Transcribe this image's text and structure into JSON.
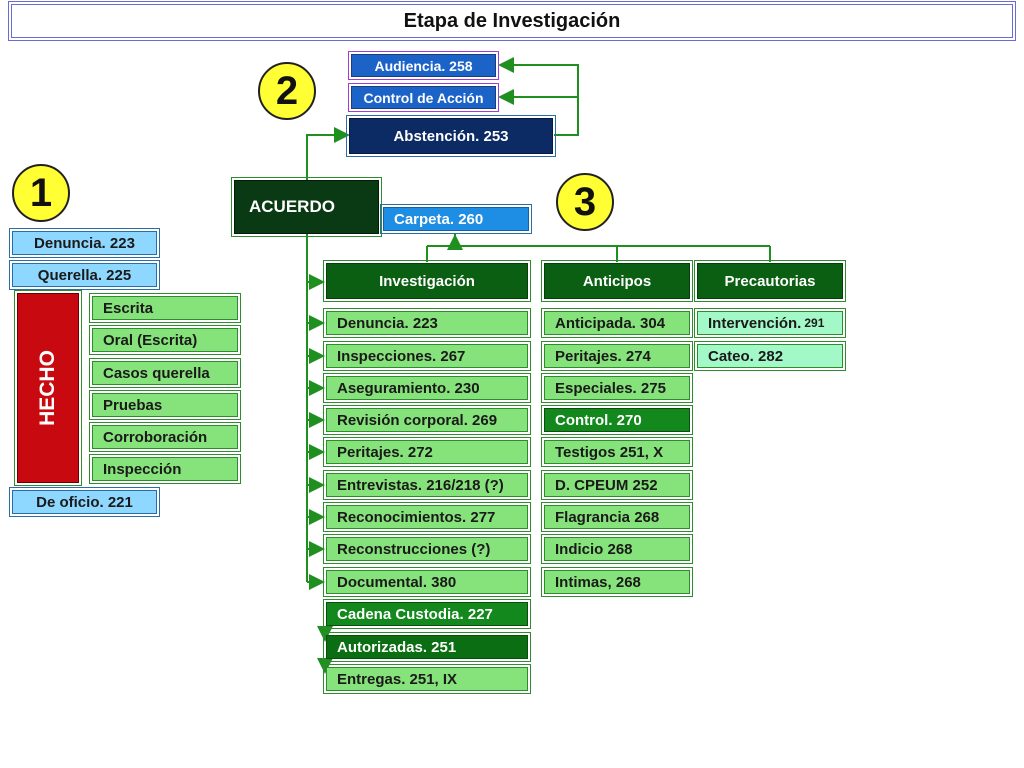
{
  "title": "Etapa de Investigación",
  "circles": [
    "1",
    "2",
    "3"
  ],
  "left": {
    "denuncia": "Denuncia. 223",
    "querella": "Querella. 225",
    "hecho": "HECHO",
    "hecho_items": [
      "Escrita",
      "Oral (Escrita)",
      "Casos querella",
      "Pruebas",
      "Corroboración",
      "Inspección"
    ],
    "de_oficio": "De oficio. 221"
  },
  "acuerdo": "ACUERDO",
  "top_branch": {
    "audiencia": "Audiencia. 258",
    "control_accion": "Control de Acción",
    "abstencion": "Abstención. 253"
  },
  "carpeta": "Carpeta. 260",
  "columns": {
    "investigacion": {
      "header": "Investigación",
      "items": [
        "Denuncia. 223",
        "Inspecciones. 267",
        "Aseguramiento. 230",
        "Revisión corporal. 269",
        "Peritajes. 272",
        "Entrevistas. 216/218 (?)",
        "Reconocimientos. 277",
        "Reconstrucciones (?)",
        "Documental. 380",
        "Cadena Custodia. 227",
        "Autorizadas. 251",
        "Entregas. 251, IX"
      ]
    },
    "anticipos": {
      "header": "Anticipos",
      "items": [
        "Anticipada. 304",
        "Peritajes. 274",
        "Especiales. 275",
        "Control. 270",
        "Testigos 251, X",
        "D. CPEUM 252",
        "Flagrancia 268",
        "Indicio 268",
        "Intimas, 268"
      ]
    },
    "precautorias": {
      "header": "Precautorias",
      "item0_main": "Intervención.",
      "item0_small": "291",
      "item1": "Cateo. 282"
    }
  }
}
